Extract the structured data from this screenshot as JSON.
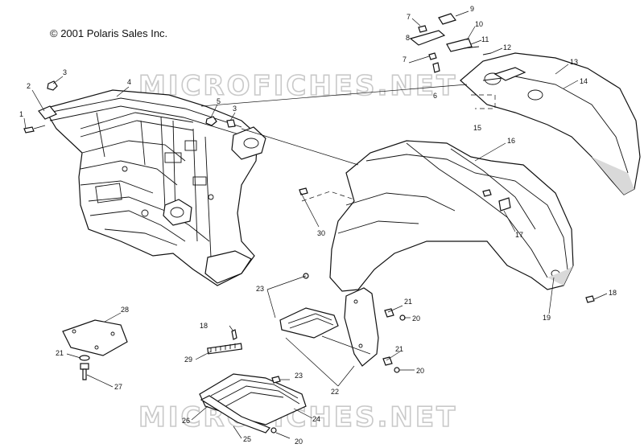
{
  "copyright": "© 2001 Polaris Sales Inc.",
  "watermark": "MICROFICHES.NET",
  "callouts": [
    {
      "id": "c1",
      "label": "1"
    },
    {
      "id": "c2",
      "label": "2"
    },
    {
      "id": "c3a",
      "label": "3"
    },
    {
      "id": "c4",
      "label": "4"
    },
    {
      "id": "c5",
      "label": "5"
    },
    {
      "id": "c3b",
      "label": "3"
    },
    {
      "id": "c6",
      "label": "6"
    },
    {
      "id": "c7a",
      "label": "7"
    },
    {
      "id": "c7b",
      "label": "7"
    },
    {
      "id": "c8",
      "label": "8"
    },
    {
      "id": "c9",
      "label": "9"
    },
    {
      "id": "c10",
      "label": "10"
    },
    {
      "id": "c11",
      "label": "11"
    },
    {
      "id": "c12",
      "label": "12"
    },
    {
      "id": "c13",
      "label": "13"
    },
    {
      "id": "c14",
      "label": "14"
    },
    {
      "id": "c15",
      "label": "15"
    },
    {
      "id": "c16",
      "label": "16"
    },
    {
      "id": "c17",
      "label": "17"
    },
    {
      "id": "c18a",
      "label": "18"
    },
    {
      "id": "c18b",
      "label": "18"
    },
    {
      "id": "c19",
      "label": "19"
    },
    {
      "id": "c20a",
      "label": "20"
    },
    {
      "id": "c20b",
      "label": "20"
    },
    {
      "id": "c20c",
      "label": "20"
    },
    {
      "id": "c21a",
      "label": "21"
    },
    {
      "id": "c21b",
      "label": "21"
    },
    {
      "id": "c21c",
      "label": "21"
    },
    {
      "id": "c22",
      "label": "22"
    },
    {
      "id": "c23a",
      "label": "23"
    },
    {
      "id": "c23b",
      "label": "23"
    },
    {
      "id": "c24",
      "label": "24"
    },
    {
      "id": "c25",
      "label": "25"
    },
    {
      "id": "c26",
      "label": "26"
    },
    {
      "id": "c27",
      "label": "27"
    },
    {
      "id": "c28",
      "label": "28"
    },
    {
      "id": "c29",
      "label": "29"
    },
    {
      "id": "c30",
      "label": "30"
    }
  ]
}
